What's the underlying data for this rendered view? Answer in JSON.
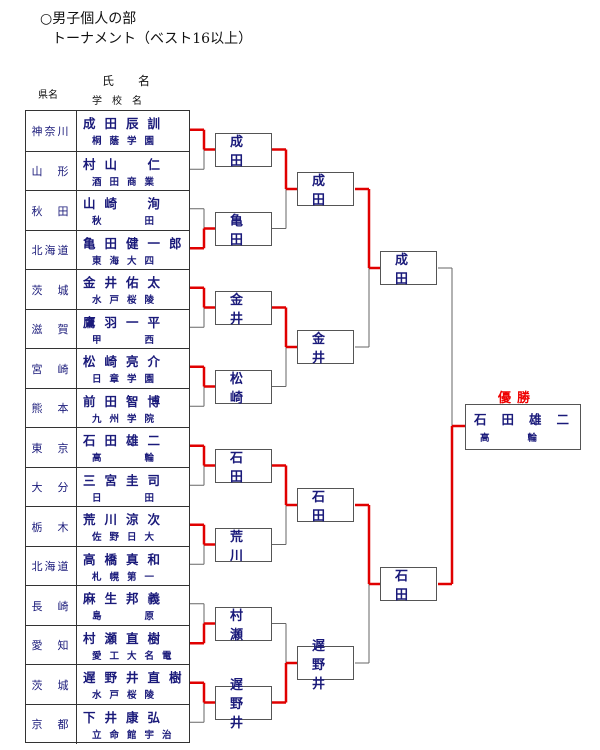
{
  "title": {
    "line1": "○男子個人の部",
    "line2": "トーナメント（ベスト16以上）"
  },
  "header": {
    "pref_label": "県名",
    "name_label": "氏　　名",
    "school_label": "学　校　名"
  },
  "entries": [
    {
      "pref": "神奈川",
      "name": "成田辰訓",
      "school": "桐蔭学園"
    },
    {
      "pref": "山　形",
      "name": "村山　仁",
      "school": "酒田商業"
    },
    {
      "pref": "秋　田",
      "name": "山崎　洵",
      "school": "秋　　田"
    },
    {
      "pref": "北海道",
      "name": "亀田健一郎",
      "school": "東海大四"
    },
    {
      "pref": "茨　城",
      "name": "金井佑太",
      "school": "水戸桜陵"
    },
    {
      "pref": "滋　賀",
      "name": "鷹羽一平",
      "school": "甲　　西"
    },
    {
      "pref": "宮　崎",
      "name": "松崎亮介",
      "school": "日章学園"
    },
    {
      "pref": "熊　本",
      "name": "前田智博",
      "school": "九州学院"
    },
    {
      "pref": "東　京",
      "name": "石田雄二",
      "school": "高　　輪"
    },
    {
      "pref": "大　分",
      "name": "三宮圭司",
      "school": "日　　田"
    },
    {
      "pref": "栃　木",
      "name": "荒川涼次",
      "school": "佐野日大"
    },
    {
      "pref": "北海道",
      "name": "高橋真和",
      "school": "札幌第一"
    },
    {
      "pref": "長　崎",
      "name": "麻生邦義",
      "school": "島　　原"
    },
    {
      "pref": "愛　知",
      "name": "村瀬直樹",
      "school": "愛工大名電"
    },
    {
      "pref": "茨　城",
      "name": "遅野井直樹",
      "school": "水戸桜陵"
    },
    {
      "pref": "京　都",
      "name": "下井康弘",
      "school": "立命館宇治"
    }
  ],
  "round2": [
    "成田",
    "亀田",
    "金井",
    "松崎",
    "石田",
    "荒川",
    "村瀬",
    "遅野井"
  ],
  "round3": [
    "成田",
    "金井",
    "石田",
    "遅野井"
  ],
  "round4": [
    "成田",
    "石田"
  ],
  "champion": {
    "label": "優勝",
    "name": "石田雄二",
    "school": "高　　　　輪"
  },
  "colors": {
    "winner_line": "#e00000",
    "loser_line": "#666666",
    "text": "#1a1a7a"
  }
}
